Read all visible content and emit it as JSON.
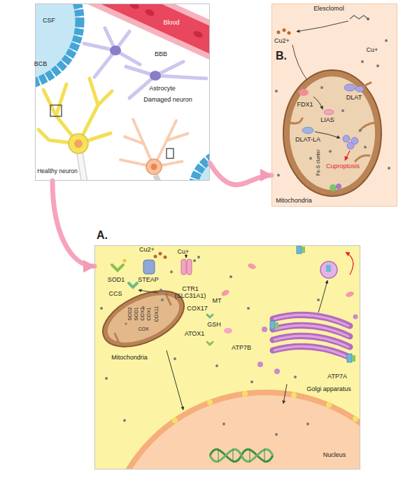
{
  "diagram": {
    "nodes": [
      {
        "text": [
          "CSF",
          "BCB",
          "Blood",
          "BBB",
          "Astrocyte",
          "Damaged neuron",
          "Healthy neuron"
        ]
      },
      {
        "text": [
          "B.",
          "Elesclomol",
          "Cu2+",
          "Cu+",
          "FDX1",
          "DLAT",
          "LIAS",
          "DLAT-LA",
          "Cuproptosis",
          "Fe-S cluster",
          "Mitochondria"
        ]
      },
      {
        "text": [
          "A.",
          "Cu2+",
          "Cu+",
          "STEAP",
          "CTR1 (SLC31A1)",
          "SOD1",
          "CCS",
          "MT",
          "COX17",
          "GSH",
          "ATOX1",
          "COX11",
          "COX1",
          "COX2",
          "SCO1",
          "SCO2",
          "COX",
          "ATP7B",
          "ATP7A",
          "Golgi apparatus",
          "Mitochondria",
          "Nucleus"
        ]
      }
    ],
    "edges": [
      {
        "from": 0,
        "to": 2,
        "arrow": "to"
      },
      {
        "from": 0,
        "to": 1,
        "arrow": "to"
      }
    ]
  }
}
